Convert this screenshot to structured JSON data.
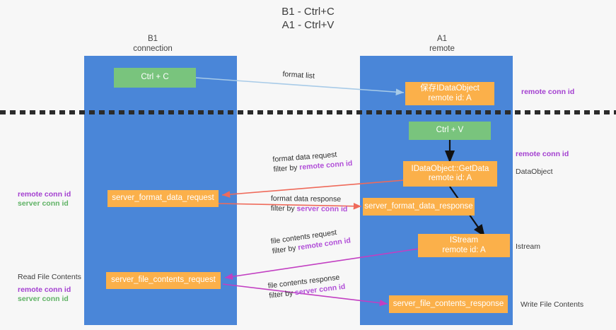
{
  "title": {
    "line1": "B1 - Ctrl+C",
    "line2": "A1 - Ctrl+V"
  },
  "columns": [
    {
      "name": "B1",
      "role": "connection"
    },
    {
      "name": "A1",
      "role": "remote"
    }
  ],
  "nodes": {
    "ctrl_c": {
      "label": "Ctrl + C"
    },
    "ctrl_v": {
      "label": "Ctrl + V"
    },
    "save_idataobject": {
      "line1": "保存IDataObject",
      "line2": "remote id: A"
    },
    "getdata": {
      "line1": "IDataObject::GetData",
      "line2": "remote id: A"
    },
    "istream": {
      "line1": "IStream",
      "line2": "remote id: A"
    },
    "server_format_data_request": {
      "label": "server_format_data_request"
    },
    "server_format_data_response": {
      "label": "server_format_data_response"
    },
    "server_file_contents_request": {
      "label": "server_file_contents_request"
    },
    "server_file_contents_response": {
      "label": "server_file_contents_response"
    }
  },
  "edges": {
    "format_list": {
      "label": "format list"
    },
    "format_data_request": {
      "label": "format data request",
      "filter_prefix": "filter by ",
      "filter_key": "remote conn id"
    },
    "format_data_response": {
      "label": "format data response",
      "filter_prefix": "filter by ",
      "filter_key": "server conn id"
    },
    "file_contents_request": {
      "label": "file contents request",
      "filter_prefix": "filter by ",
      "filter_key": "remote conn id"
    },
    "file_contents_response": {
      "label": "file contents response",
      "filter_prefix": "filter by ",
      "filter_key": "server conn id"
    }
  },
  "right_annotations": [
    {
      "text": "remote conn id",
      "kind": "key"
    },
    {
      "text": "remote conn id",
      "kind": "key"
    },
    {
      "text": "DataObject",
      "kind": "plain"
    },
    {
      "text": "Istream",
      "kind": "plain"
    },
    {
      "text": "Write File Contents",
      "kind": "plain"
    }
  ],
  "left_annotations": {
    "mid_remote": "remote conn id",
    "mid_server": "server conn id",
    "read_file_contents": "Read File Contents",
    "bottom_remote": "remote conn id",
    "bottom_server": "server conn id"
  },
  "colors": {
    "lane": "#4a86d8",
    "green_node": "#79c47d",
    "orange_node": "#fbb04a",
    "purple_key": "#b14fd8",
    "green_key": "#5fb265",
    "arrow_blue": "#a8cbe8",
    "arrow_red": "#ef6a5a",
    "arrow_magenta": "#c23fc2",
    "arrow_black": "#111111",
    "divider": "#2b2b2b"
  }
}
